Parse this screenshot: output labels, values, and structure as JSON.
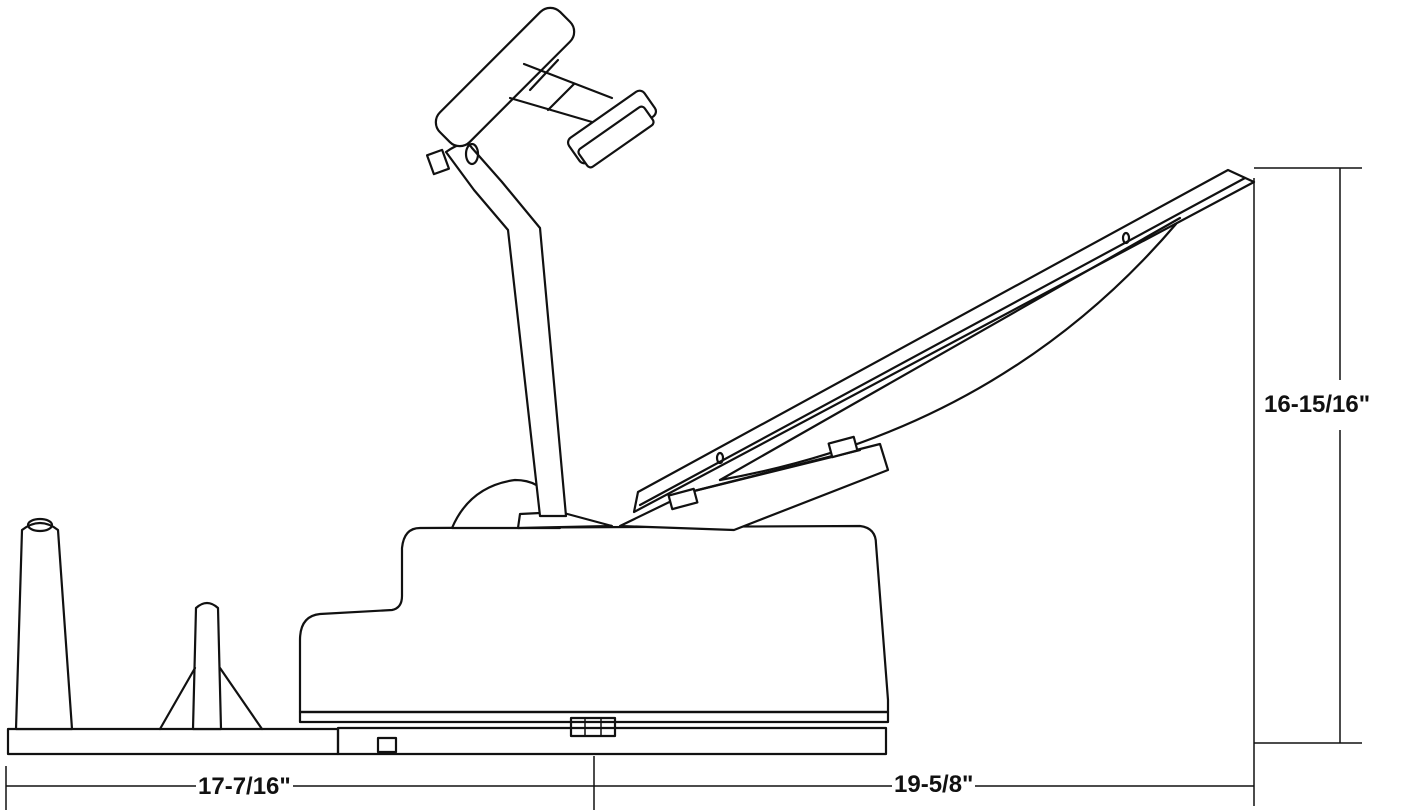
{
  "dimensions": {
    "height": "16-15/16\"",
    "left_length": "17-7/16\"",
    "right_length": "19-5/8\""
  }
}
